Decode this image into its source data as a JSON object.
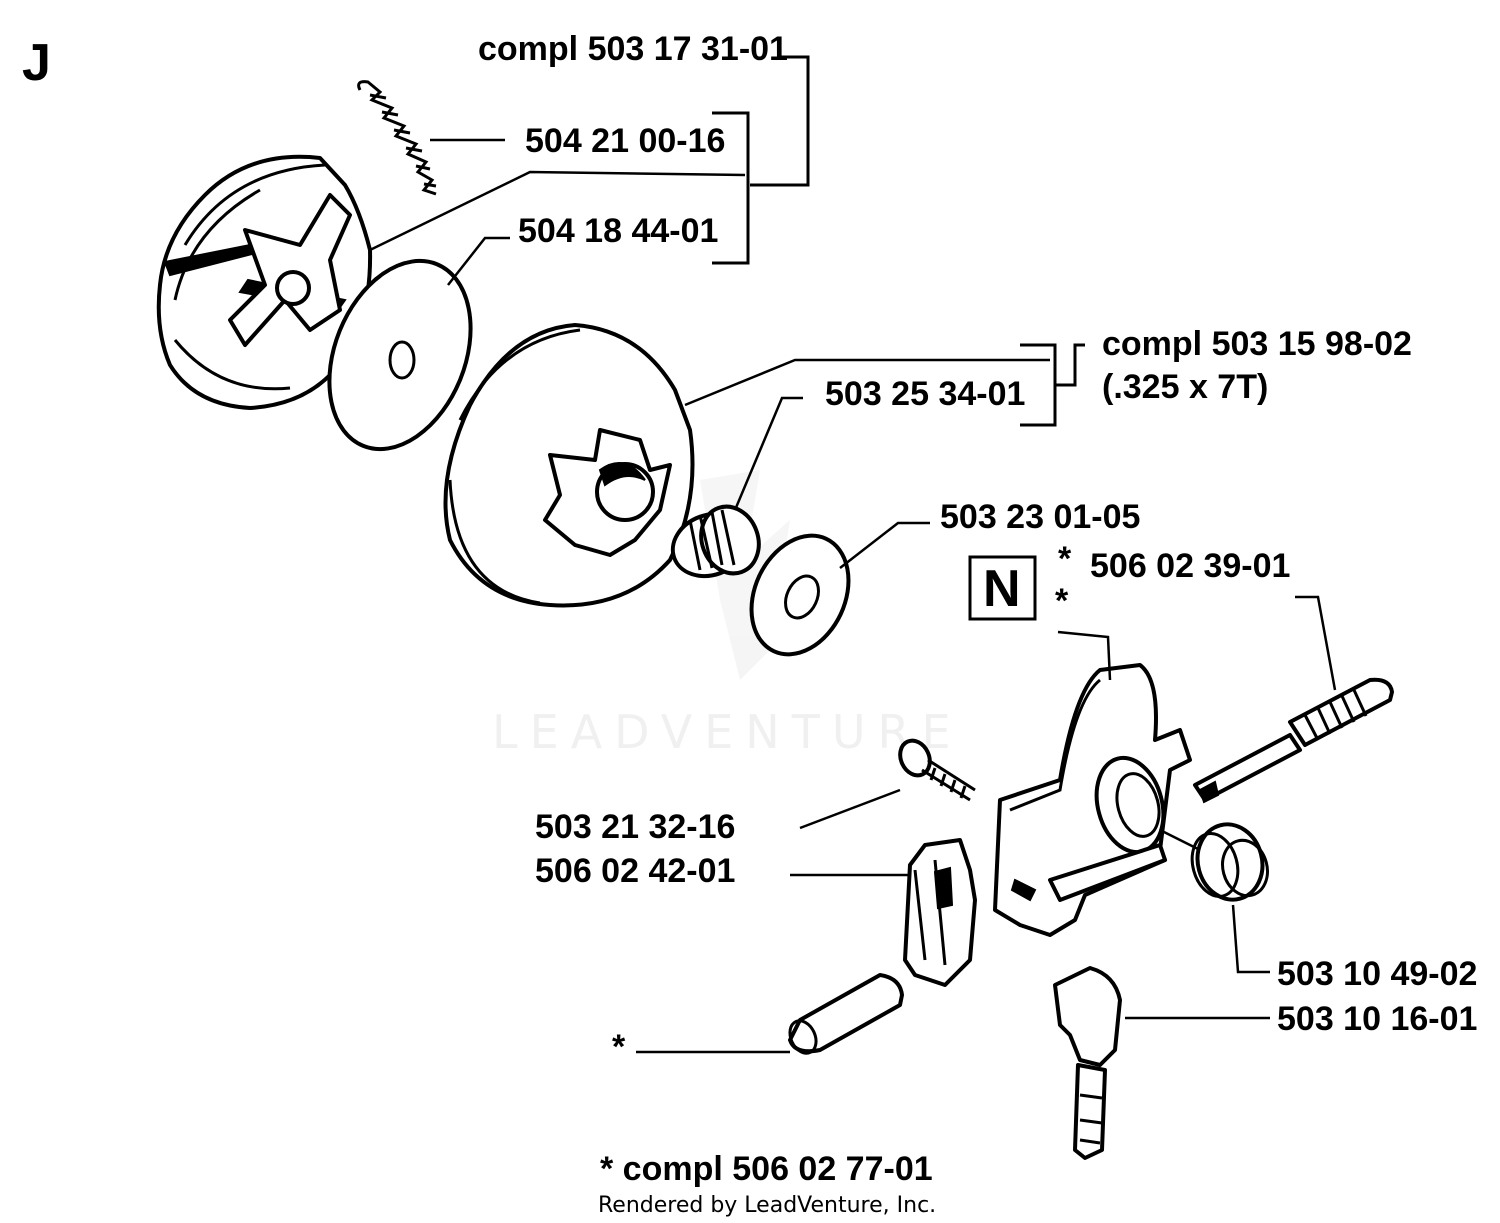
{
  "page": {
    "section_letter": "J",
    "watermark": "LEADVENTURE",
    "footer_kit_note": "*  compl 506 02 77-01",
    "footer_credit": "Rendered by LeadVenture, Inc."
  },
  "labels": {
    "clutch_kit": "compl 503 17 31-01",
    "spring": "504 21 00-16",
    "cover_plate": "504 18 44-01",
    "drum_kit": "compl 503 15 98-02",
    "drum_kit_spec": "(.325 x 7T)",
    "needle_bearing": "503 25 34-01",
    "washer": "503 23 01-05",
    "oil_pump_star": "*",
    "oil_pump": "506 02 39-01",
    "oil_pump_star2": "*",
    "n_marker": "N",
    "screw": "503 21 32-16",
    "valve": "506 02 42-01",
    "oil_plug": "503 10 49-02",
    "oil_hose": "503 10 16-01",
    "plunger_star": "*"
  }
}
